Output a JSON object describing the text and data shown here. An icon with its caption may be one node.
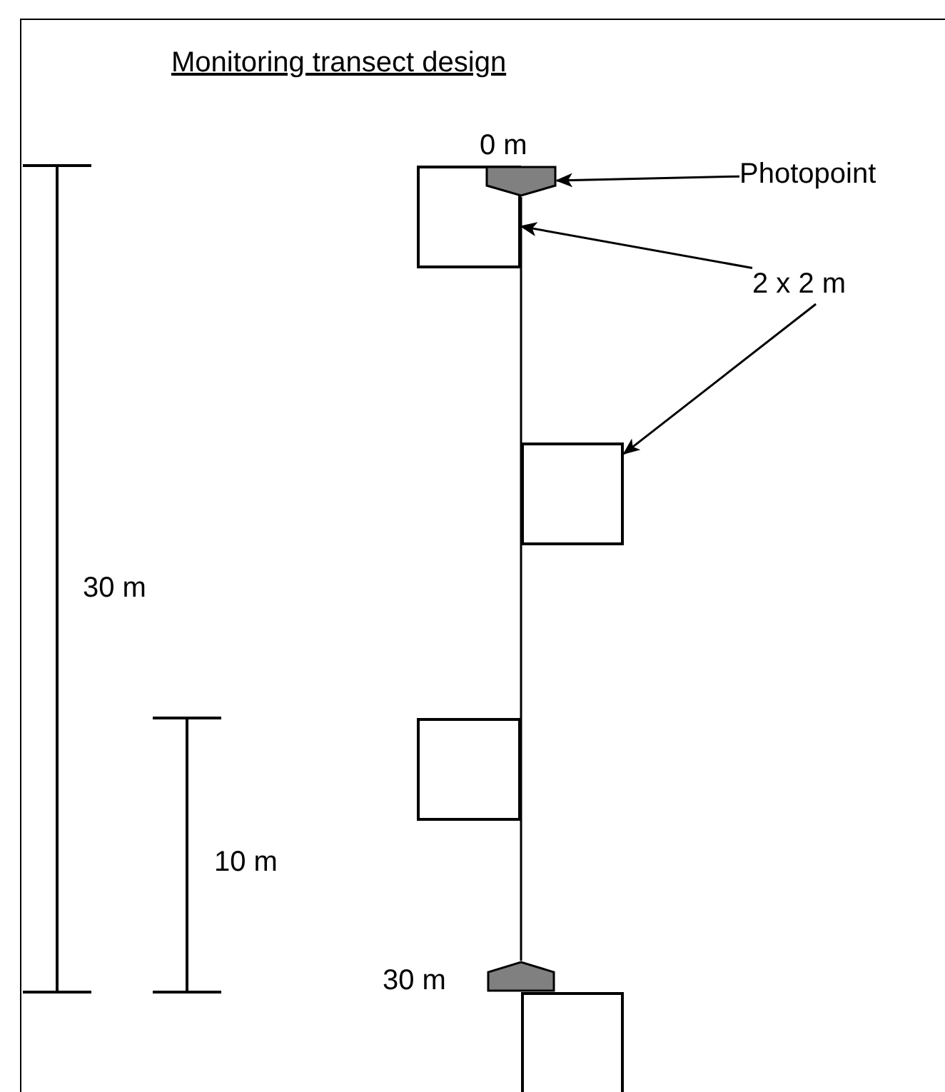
{
  "diagram": {
    "title": "Monitoring transect design",
    "nodes": [
      {
        "text": [
          "Photopoint"
        ]
      },
      {
        "text": [],
        "shape": "pentagon",
        "beside": [
          "0 m"
        ]
      },
      {
        "text": [
          "2 x 2  m"
        ]
      },
      {
        "text": [],
        "shape": "box"
      },
      {
        "text": [],
        "shape": "box"
      },
      {
        "text": [],
        "shape": "box"
      },
      {
        "text": [],
        "shape": "pentagon",
        "beside": [
          "30 m"
        ]
      },
      {
        "text": [],
        "shape": "box"
      }
    ],
    "edges": [
      {
        "from": 0,
        "to": 1,
        "arrow": "to"
      },
      {
        "from": 2,
        "to": 3,
        "arrow": "to"
      },
      {
        "from": 2,
        "to": 4,
        "arrow": "to"
      },
      {
        "from": 1,
        "to": 6,
        "arrow": "none"
      }
    ],
    "labels": [
      "30 m",
      "10 m"
    ]
  }
}
